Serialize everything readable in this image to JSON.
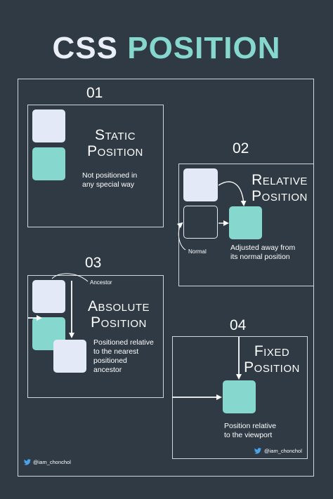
{
  "title": {
    "word1": "CSS",
    "word2": "POSITION"
  },
  "sections": {
    "static": {
      "number": "01",
      "heading1": "Static",
      "heading2": "Position",
      "desc1": "Not positioned in",
      "desc2": "any special way"
    },
    "relative": {
      "number": "02",
      "heading1": "Relative",
      "heading2": "Position",
      "label": "Normal",
      "desc1": "Adjusted away from",
      "desc2": "its normal position"
    },
    "absolute": {
      "number": "03",
      "heading1": "Absolute",
      "heading2": "Position",
      "label": "Ancestor",
      "desc1": "Positioned relative",
      "desc2": "to the nearest",
      "desc3": "positioned",
      "desc4": "ancestor"
    },
    "fixed": {
      "number": "04",
      "heading1": "Fixed",
      "heading2": "Position",
      "desc1": "Position relative",
      "desc2": "to the viewport"
    }
  },
  "handles": {
    "left": "@iam_chonchol",
    "right": "@iam_chonchol"
  },
  "colors": {
    "background": "#2f3a45",
    "light": "#e3e9f6",
    "teal": "#86d7cd"
  },
  "icons": {
    "social": "twitter-bird-icon"
  }
}
